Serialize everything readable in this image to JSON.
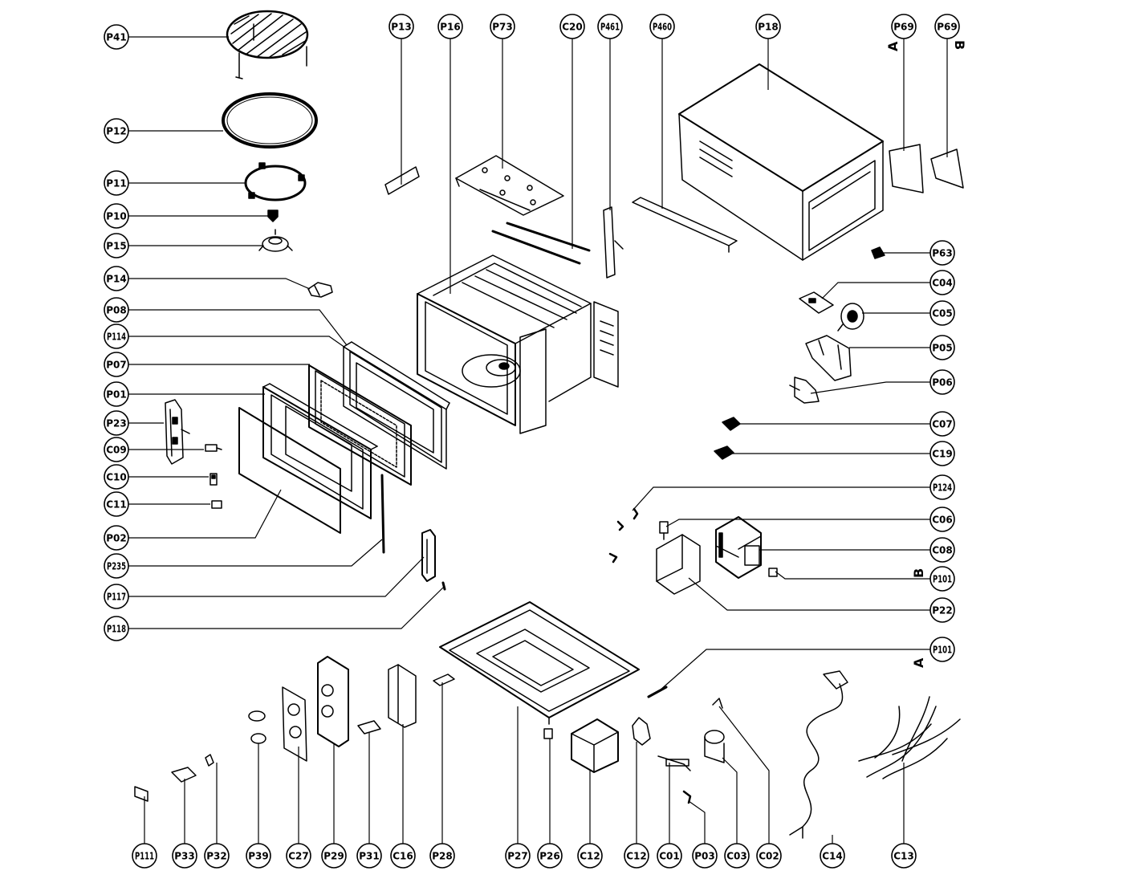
{
  "labels": {
    "P41": "P41",
    "P12": "P12",
    "P11": "P11",
    "P10": "P10",
    "P15": "P15",
    "P14": "P14",
    "P08": "P08",
    "P114": "P114",
    "P07": "P07",
    "P01": "P01",
    "P23": "P23",
    "C09": "C09",
    "C10": "C10",
    "C11": "C11",
    "P02": "P02",
    "P235": "P235",
    "P117": "P117",
    "P118": "P118",
    "P13": "P13",
    "P16": "P16",
    "P73": "P73",
    "C20": "C20",
    "P461": "P461",
    "P460": "P460",
    "P18": "P18",
    "P69a": "P69",
    "P69b": "P69",
    "P63": "P63",
    "C04": "C04",
    "C05": "C05",
    "P05": "P05",
    "P06": "P06",
    "C07": "C07",
    "C19": "C19",
    "P124": "P124",
    "C06": "C06",
    "C08": "C08",
    "P101b": "P101",
    "P22": "P22",
    "P101a": "P101",
    "P111": "P111",
    "P33": "P33",
    "P32": "P32",
    "P39": "P39",
    "C27": "C27",
    "P29": "P29",
    "P31": "P31",
    "C16": "C16",
    "P28": "P28",
    "P27": "P27",
    "P26": "P26",
    "C12a": "C12",
    "C12b": "C12",
    "C01": "C01",
    "P03": "P03",
    "C03": "C03",
    "C02": "C02",
    "C14": "C14",
    "C13": "C13"
  },
  "variant_marks": {
    "A": "A",
    "B": "B"
  }
}
